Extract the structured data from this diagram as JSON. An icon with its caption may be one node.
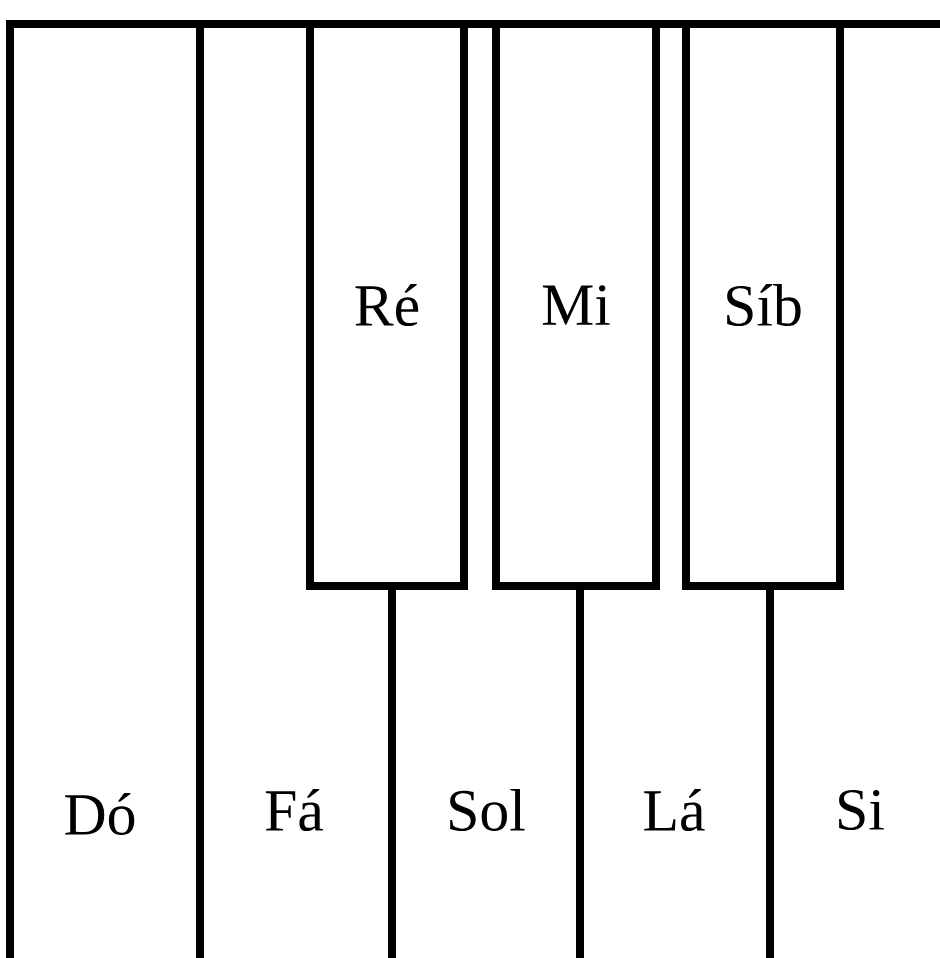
{
  "diagram": {
    "nodes": [
      {
        "text": [
          "Ré"
        ]
      },
      {
        "text": [
          "Mi"
        ]
      },
      {
        "text": [
          "Síb"
        ]
      },
      {
        "text": [
          "Dó"
        ]
      },
      {
        "text": [
          "Fá"
        ]
      },
      {
        "text": [
          "Sol"
        ]
      },
      {
        "text": [
          "Lá"
        ]
      },
      {
        "text": [
          "Si"
        ]
      }
    ]
  }
}
